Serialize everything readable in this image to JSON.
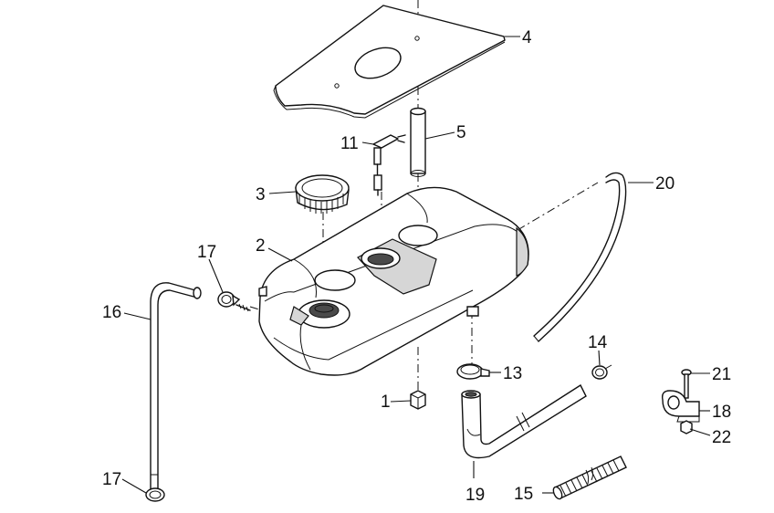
{
  "callouts": [
    {
      "id": "1",
      "text": "1"
    },
    {
      "id": "2",
      "text": "2"
    },
    {
      "id": "3",
      "text": "3"
    },
    {
      "id": "4",
      "text": "4"
    },
    {
      "id": "5",
      "text": "5"
    },
    {
      "id": "11",
      "text": "11"
    },
    {
      "id": "13",
      "text": "13"
    },
    {
      "id": "14",
      "text": "14"
    },
    {
      "id": "15",
      "text": "15"
    },
    {
      "id": "16",
      "text": "16"
    },
    {
      "id": "17a",
      "text": "17"
    },
    {
      "id": "17b",
      "text": "17"
    },
    {
      "id": "18",
      "text": "18"
    },
    {
      "id": "19",
      "text": "19"
    },
    {
      "id": "20",
      "text": "20"
    },
    {
      "id": "21",
      "text": "21"
    },
    {
      "id": "22",
      "text": "22"
    }
  ]
}
